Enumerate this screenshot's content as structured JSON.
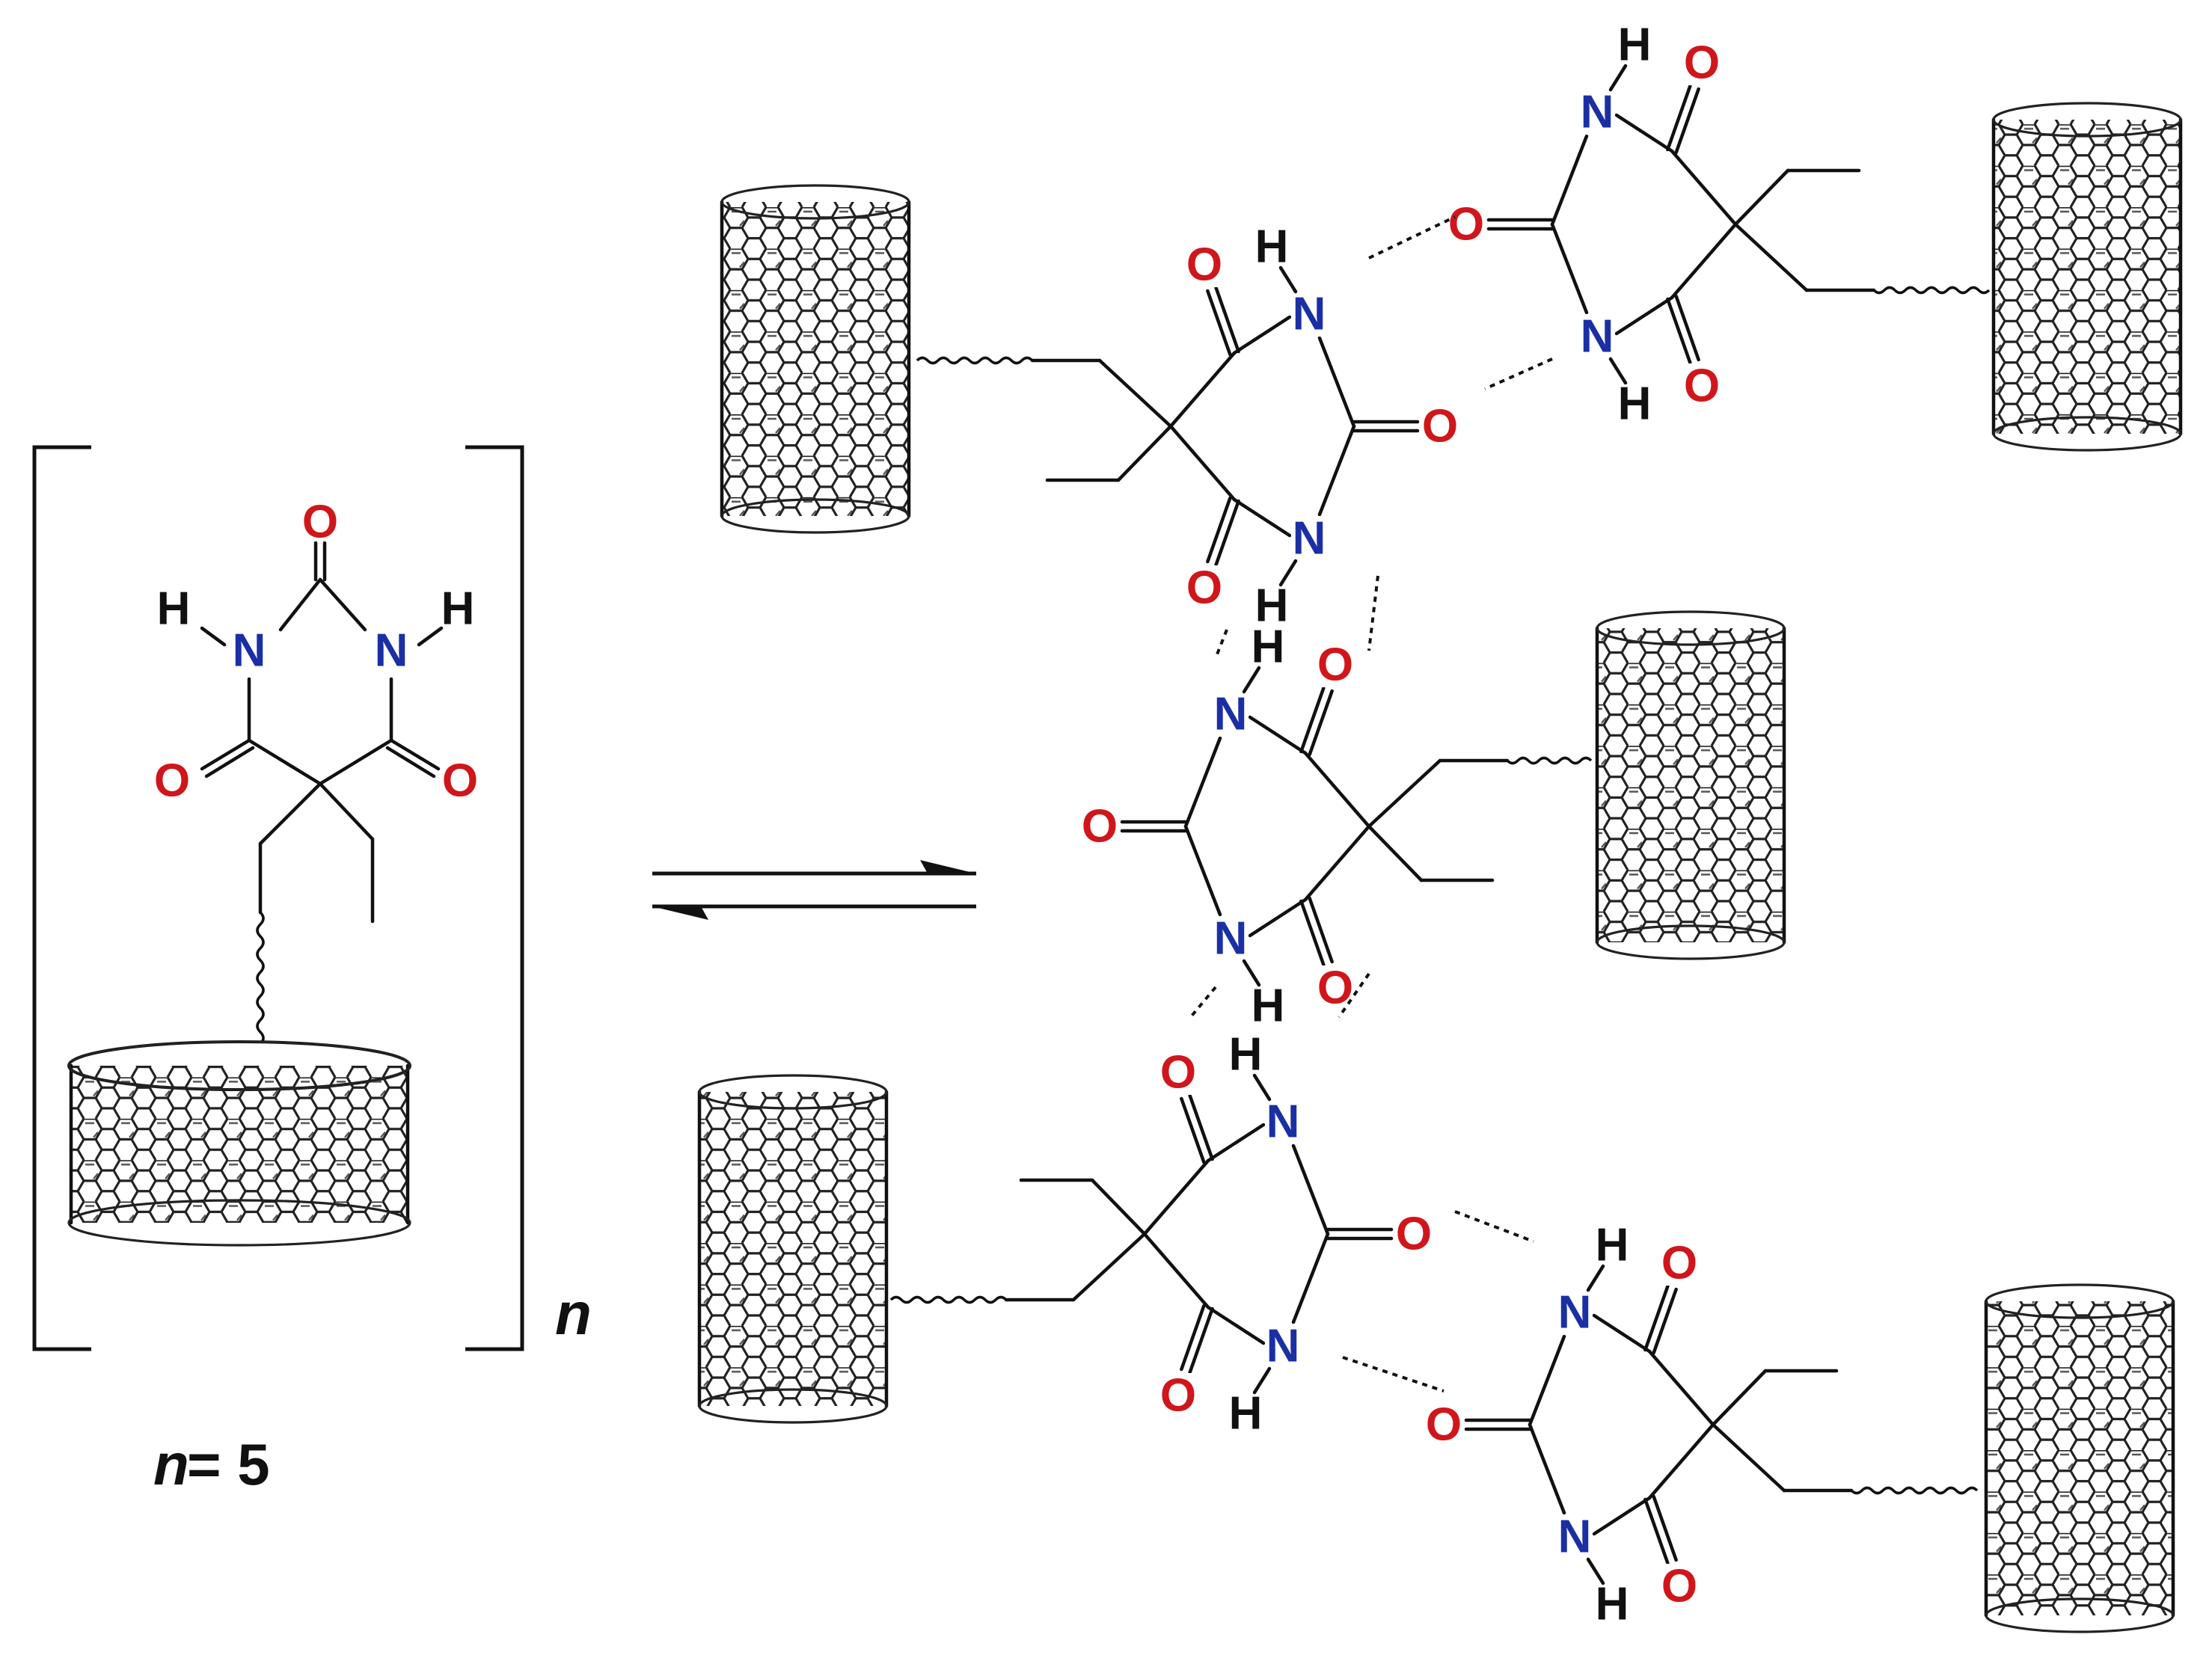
{
  "colors": {
    "oxygen": "#d0161b",
    "nitrogen": "#1b2fa5",
    "hydrogen": "#111111",
    "bond": "#111111",
    "background": "#ffffff"
  },
  "atoms": {
    "oxygen": "O",
    "nitrogen": "N",
    "hydrogen": "H"
  },
  "repeat_unit": {
    "subscript": "n"
  },
  "caption": {
    "variable": "n",
    "rest": "= 5"
  },
  "equilibrium_arrows": {
    "forward": "right",
    "reverse": "left"
  },
  "assembly": {
    "units": 5,
    "hydrogen_bonds": "N-H···O=C"
  }
}
